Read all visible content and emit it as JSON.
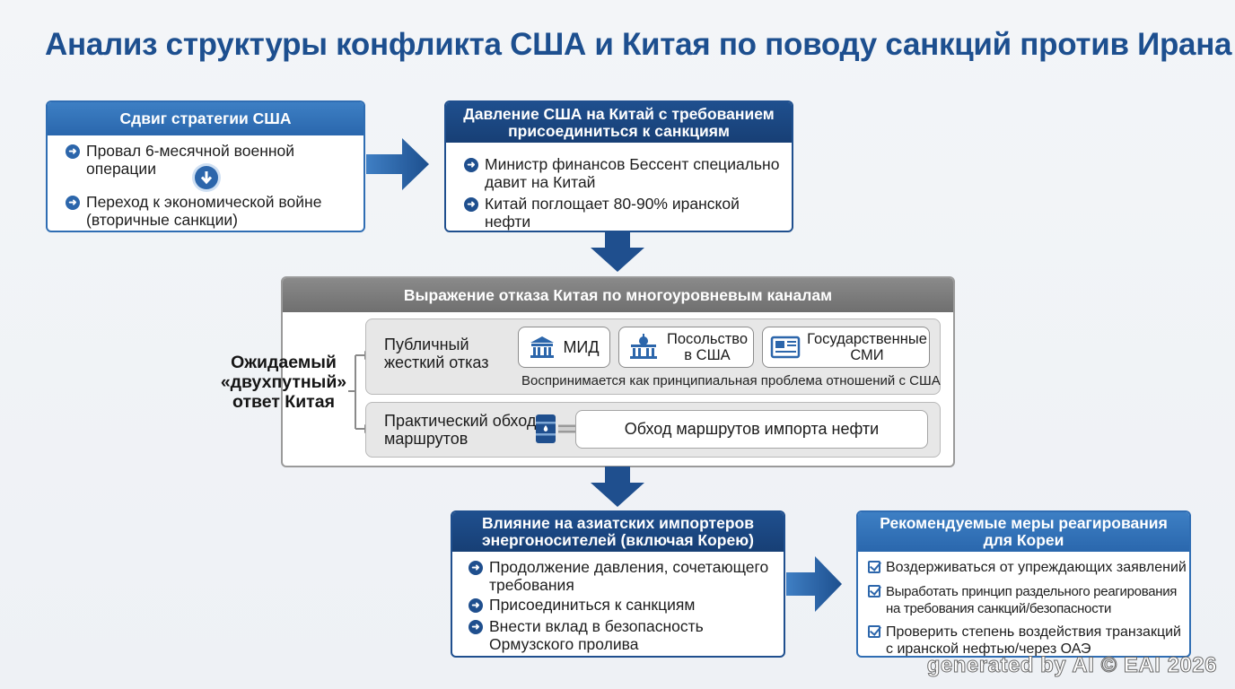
{
  "title": "Анализ структуры конфликта США и Китая по поводу санкций против Ирана",
  "us_shift": {
    "header": "Сдвиг стратегии США",
    "items": [
      "Провал 6-месячной военной операции",
      "Переход к экономической войне (вторичные санкции)"
    ]
  },
  "us_pressure": {
    "header": "Давление США на Китай с требованием присоединиться к санкциям",
    "items": [
      "Министр финансов Бессент специально давит на Китай",
      "Китай поглощает 80-90% иранской нефти"
    ]
  },
  "china_response": {
    "header": "Выражение отказа Китая по многоуровневым каналам",
    "side_label": "Ожидаемый «двухпутный» ответ Китая",
    "public": {
      "label": "Публичный жесткий отказ",
      "channels": [
        "МИД",
        "Посольство в США",
        "Государственные СМИ"
      ],
      "note": "Воспринимается как принципиальная проблема отношений с США"
    },
    "practical": {
      "label": "Практический обход маршрутов",
      "route": "Обход маршрутов импорта нефти"
    }
  },
  "asia_impact": {
    "header": "Влияние на азиатских импортеров энергоносителей (включая Корею)",
    "items": [
      "Продолжение давления, сочетающего требования",
      "Присоединиться к санкциям",
      "Внести вклад в безопасность Ормузского пролива"
    ]
  },
  "korea_measures": {
    "header": "Рекомендуемые меры реагирования для Кореи",
    "items": [
      "Воздерживаться от упреждающих заявлений",
      "Выработать принцип раздельного реагирования на требования санкций/безопасности",
      "Проверить степень воздействия транзакций с иранской нефтью/через ОАЭ"
    ]
  },
  "watermark": "generated by AI © EAI 2026",
  "colors": {
    "primary": "#2c66ab",
    "dark": "#1a4682",
    "gray_header": "#7b7b7b",
    "title": "#1d4f8f"
  },
  "icons": [
    "arrow-right-circle-icon",
    "arrow-down-circle-icon",
    "building-icon",
    "newspaper-icon",
    "oil-barrel-icon",
    "pipe-icon",
    "checkbox-icon"
  ]
}
